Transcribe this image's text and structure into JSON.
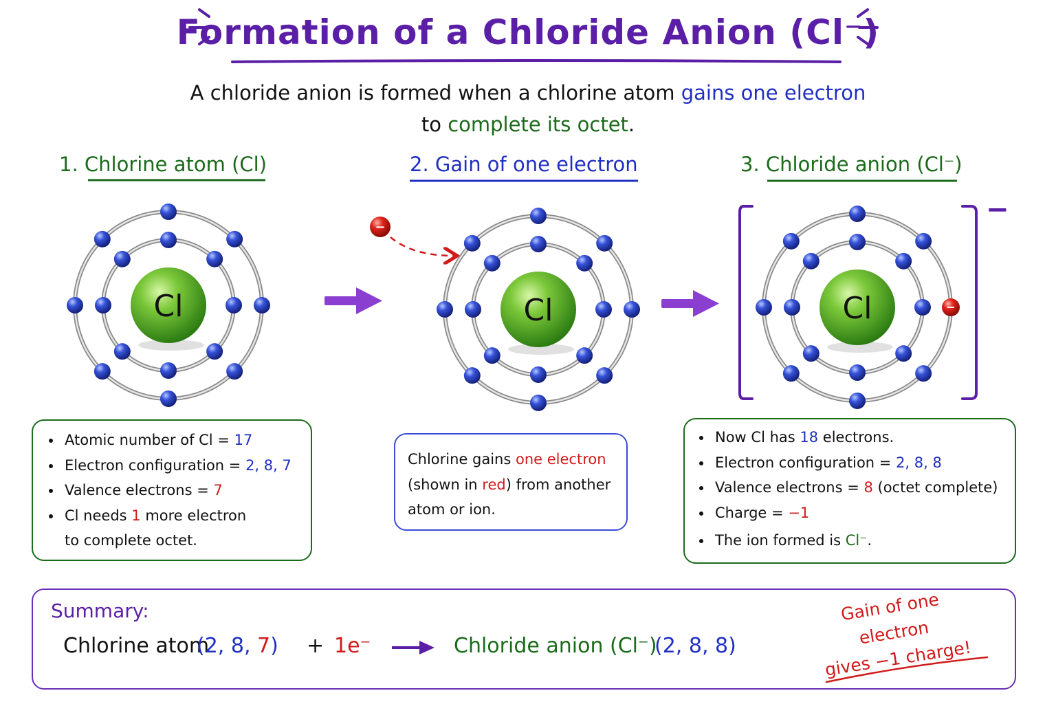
{
  "title": "Formation of a Chloride Anion (Cl⁻)",
  "subtitle": {
    "line1_a": "A chloride anion is formed when a chlorine atom ",
    "line1_b": "gains one electron",
    "line2_a": "to ",
    "line2_b": "complete its octet",
    "line2_c": "."
  },
  "steps": [
    {
      "label": "1. Chlorine atom (Cl)"
    },
    {
      "label": "2. Gain of one electron"
    },
    {
      "label": "3. Chloride anion (Cl⁻)"
    }
  ],
  "atoms": {
    "nucleus_symbol": "Cl",
    "electron_sign": "−",
    "ion_charge": "−"
  },
  "box1": {
    "item1_a": "Atomic number of Cl = ",
    "item1_b": "17",
    "item2_a": "Electron configuration = ",
    "item2_b": "2, 8, 7",
    "item3_a": "Valence electrons = ",
    "item3_b": "7",
    "item4_a": "Cl needs ",
    "item4_b": "1",
    "item4_c": " more electron",
    "item4_d": "to complete octet."
  },
  "box2": {
    "line1_a": "Chlorine gains ",
    "line1_b": "one electron",
    "line2_a": "(shown in ",
    "line2_b": "red",
    "line2_c": ") from another",
    "line3": "atom or ion."
  },
  "box3": {
    "item1_a": "Now Cl has ",
    "item1_b": "18",
    "item1_c": " electrons.",
    "item2_a": "Electron configuration = ",
    "item2_b": "2, 8, 8",
    "item3_a": "Valence electrons = ",
    "item3_b": "8",
    "item3_c": " (octet complete)",
    "item4_a": "Charge = ",
    "item4_b": "−1",
    "item5_a": "The ion formed is ",
    "item5_b": "Cl⁻",
    "item5_c": "."
  },
  "summary": {
    "label": "Summary:",
    "reactant": "Chlorine atom",
    "reactant_config": "(2, 8, 7)",
    "plus": "+",
    "electron": "1e⁻",
    "product": "Chloride anion (Cl⁻)",
    "product_config": "(2, 8, 8)",
    "note_line1": "Gain of one electron",
    "note_line2": "gives −1 charge!"
  },
  "colors": {
    "title_purple": "#5a1fa6",
    "arrow_purple": "#8a3fd1",
    "blue_text": "#1f2fc2",
    "green_text": "#1a6b1a",
    "red_text": "#d11a1a",
    "electron_blue": "#2a45c8",
    "nucleus_green": "#4fae2a"
  }
}
